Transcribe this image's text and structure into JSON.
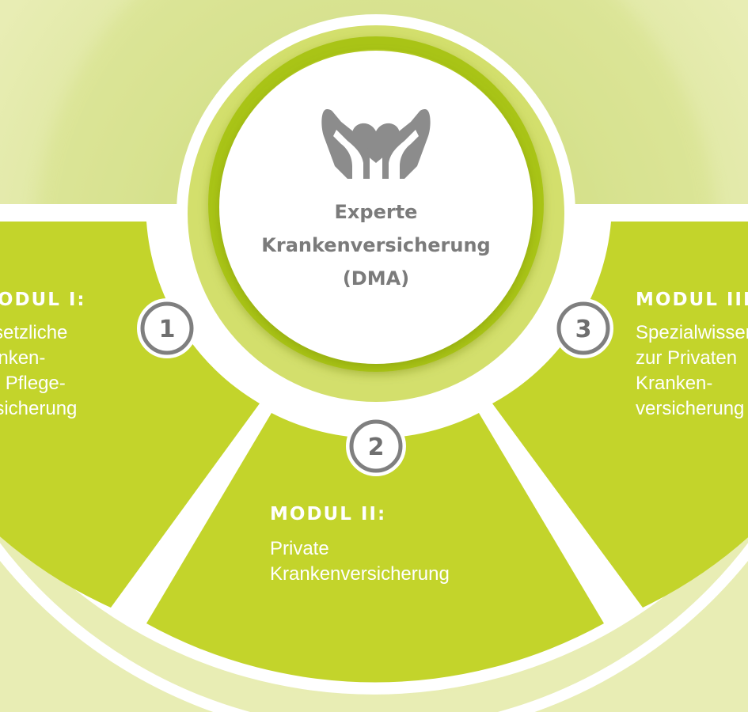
{
  "colors": {
    "background": "#e6eaa6",
    "segment": "#c3d42b",
    "ring": "#a9c418",
    "badge_border": "#7f7f7f",
    "icon": "#8c8c8c"
  },
  "center": {
    "icon": "hands-heart-icon",
    "lines": [
      "Experte",
      "Krankenversicherung",
      "(DMA)"
    ]
  },
  "modules": [
    {
      "number": "1",
      "heading": "MODUL I:",
      "lines": [
        "Gesetzliche",
        "Kranken-",
        "und Pflege-",
        "versicherung"
      ]
    },
    {
      "number": "2",
      "heading": "MODUL II:",
      "lines": [
        "Private",
        "Krankenversicherung"
      ]
    },
    {
      "number": "3",
      "heading": "MODUL III:",
      "lines": [
        "Spezialwissen",
        "zur Privaten",
        "Kranken-",
        "versicherung"
      ]
    }
  ]
}
